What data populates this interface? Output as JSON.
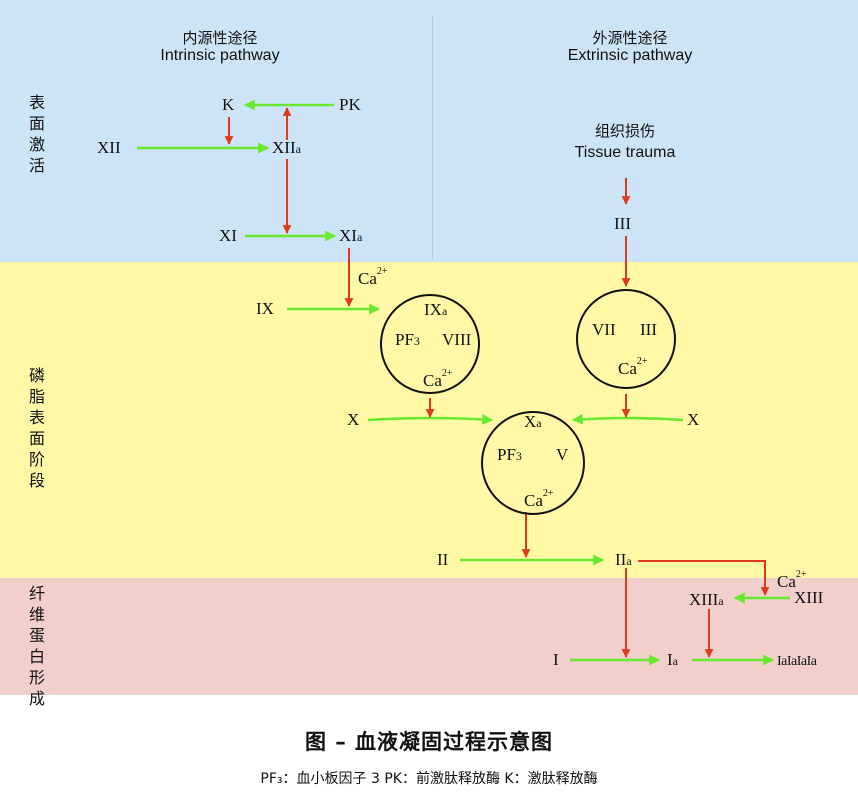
{
  "headers": {
    "intrinsic_zh": "内源性途径",
    "intrinsic_en": "Intrinsic pathway",
    "extrinsic_zh": "外源性途径",
    "extrinsic_en": "Extrinsic pathway"
  },
  "stages": {
    "surface_activation": "表\n面\n激\n活",
    "phospholipid_stage": "磷\n脂\n表\n面\n阶\n段",
    "fibrin_formation": "纤\n维\n蛋\n白\n形\n成"
  },
  "tissue_trauma": {
    "zh": "组织损伤",
    "en": "Tissue trauma"
  },
  "factors": {
    "K": "K",
    "PK": "PK",
    "XII": "XII",
    "XIIa_main": "XII",
    "XIIa_sub": "a",
    "XI": "XI",
    "XIa_main": "XI",
    "XIa_sub": "a",
    "IX": "IX",
    "III": "III",
    "X_left": "X",
    "X_right": "X",
    "II": "II",
    "IIa_main": "II",
    "IIa_sub": "a",
    "XIII": "XIII",
    "XIIIa_main": "XIII",
    "XIIIa_sub": "a",
    "I": "I",
    "Ia_main": "I",
    "Ia_sub": "a",
    "fibrin_main": "IaIaIaIa"
  },
  "calcium_labels": {
    "ca": "Ca",
    "charge": "2+"
  },
  "complexes": {
    "tenase_intrinsic": {
      "ixa_main": "IX",
      "ixa_sub": "a",
      "pf_main": "PF",
      "pf_sub": "3",
      "viii": "VIII"
    },
    "tenase_extrinsic": {
      "vii": "VII",
      "iii": "III"
    },
    "prothrombinase": {
      "xa_main": "X",
      "xa_sub": "a",
      "pf_main": "PF",
      "pf_sub": "3",
      "v": "V"
    }
  },
  "caption": "图  –   血液凝固过程示意图",
  "legend": "PF₃：血小板因子 3     PK：前激肽释放酶    K：激肽释放酶",
  "colors": {
    "activation_arrow": "#e03a1e",
    "conversion_arrow": "#69e830",
    "surface_band": "#cde4f6",
    "phospholipid_band": "#fff8a6",
    "fibrin_band": "#f1d0cc"
  }
}
